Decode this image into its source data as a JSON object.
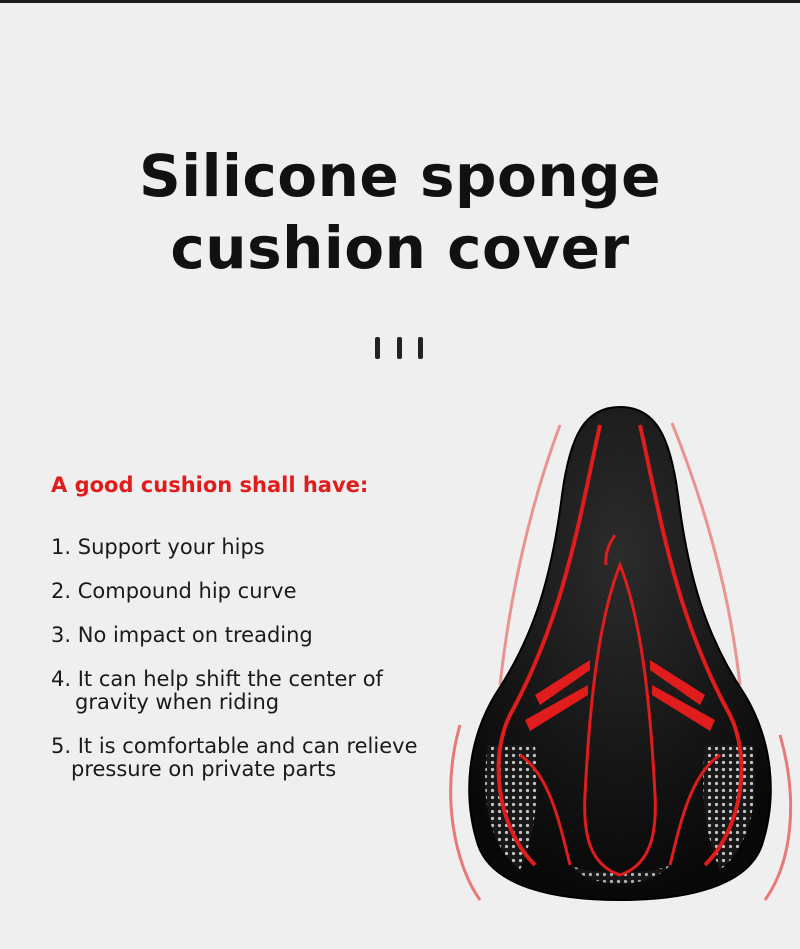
{
  "headline": {
    "line1": "Silicone sponge",
    "line2": "cushion cover"
  },
  "intro": "A good cushion shall have:",
  "features": [
    {
      "num": "1.",
      "line1": "Support your hips",
      "line2": ""
    },
    {
      "num": "2.",
      "line1": "Compound hip curve",
      "line2": ""
    },
    {
      "num": "3.",
      "line1": "No impact on treading",
      "line2": ""
    },
    {
      "num": "4.",
      "line1": "It can help shift the center of",
      "line2": "gravity when riding"
    },
    {
      "num": "5.",
      "line1": "It is comfortable and can relieve",
      "line2": "pressure on private parts"
    }
  ],
  "colors": {
    "accent": "#e01c1c",
    "background": "#efefef",
    "text": "#1a1a1a"
  },
  "saddle_image": "bicycle-saddle-cover-photo"
}
